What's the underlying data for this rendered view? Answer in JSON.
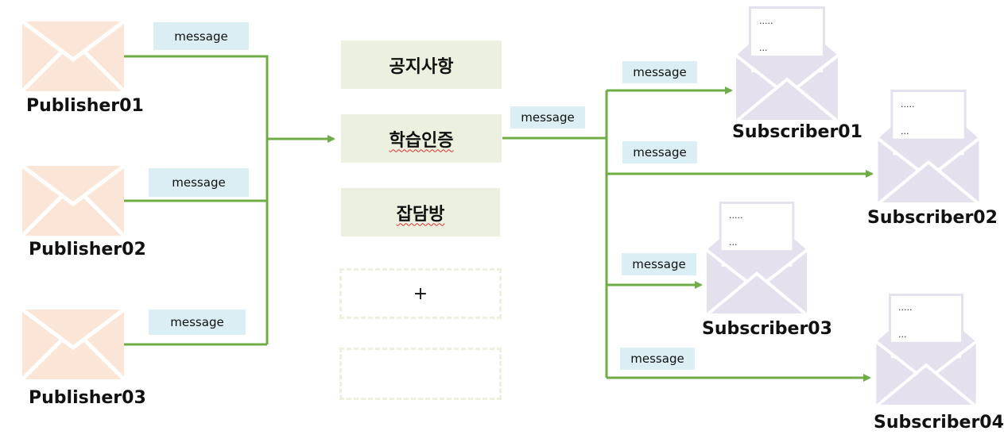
{
  "publishers": [
    {
      "label": "Publisher01",
      "message": "message"
    },
    {
      "label": "Publisher02",
      "message": "message"
    },
    {
      "label": "Publisher03",
      "message": "message"
    }
  ],
  "topics": [
    {
      "label": "공지사항"
    },
    {
      "label": "학습인증"
    },
    {
      "label": "잡담방"
    }
  ],
  "add_slot": {
    "label": "+"
  },
  "broker_message": "message",
  "subscribers": [
    {
      "label": "Subscriber01",
      "message": "message",
      "dots1": ".....",
      "dots2": "..."
    },
    {
      "label": "Subscriber02",
      "message": "message",
      "dots1": ".....",
      "dots2": "..."
    },
    {
      "label": "Subscriber03",
      "message": "message",
      "dots1": ".....",
      "dots2": "..."
    },
    {
      "label": "Subscriber04",
      "message": "message",
      "dots1": ".....",
      "dots2": "..."
    }
  ],
  "colors": {
    "wire": "#6fac46",
    "publisher_envelope": "#fbe5d6",
    "subscriber_envelope": "#e4e0ee",
    "message_tag": "#daeef3",
    "topic_fill": "#ebf1de"
  }
}
